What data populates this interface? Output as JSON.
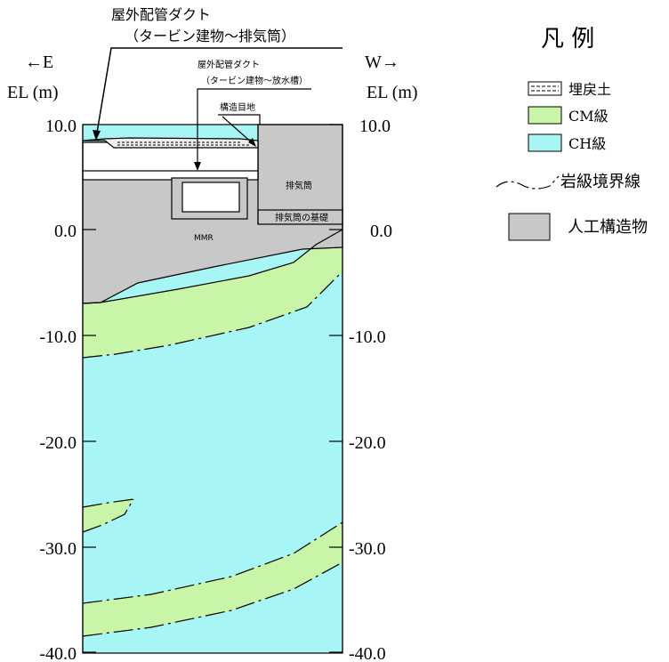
{
  "callouts": {
    "duct_main_line1": "屋外配管ダクト",
    "duct_main_line2": "（タービン建物～排気筒）",
    "duct_sub_line1": "屋外配管ダクト",
    "duct_sub_line2": "（タービン建物～放水槽）",
    "joint": "構造目地"
  },
  "direction": {
    "left": "←E",
    "right": "W→",
    "el_left": "EL (m)",
    "el_right": "EL (m)"
  },
  "axis": {
    "ticks": [
      {
        "value": 10,
        "label": "10.0"
      },
      {
        "value": 0,
        "label": "0.0"
      },
      {
        "value": -10,
        "label": "-10.0"
      },
      {
        "value": -20,
        "label": "-20.0"
      },
      {
        "value": -30,
        "label": "-30.0"
      },
      {
        "value": -40,
        "label": "-40.0"
      }
    ]
  },
  "structures": {
    "stack": "排気筒",
    "stack_foundation": "排気筒の基礎",
    "mmr": "MMR"
  },
  "legend": {
    "title": "凡 例",
    "items": [
      {
        "key": "backfill",
        "label": "埋戻土",
        "color": "#ffffff"
      },
      {
        "key": "cm",
        "label": "CM級",
        "color": "#c8f5a8"
      },
      {
        "key": "ch",
        "label": "CH級",
        "color": "#a8f5f5"
      },
      {
        "key": "boundary",
        "label": "岩級境界線"
      },
      {
        "key": "artificial",
        "label": "人工構造物",
        "color": "#c8c8c8"
      }
    ]
  },
  "colors": {
    "cm": "#c8f5a8",
    "ch": "#a8f5f5",
    "artificial": "#c8c8c8",
    "line": "#000000"
  }
}
